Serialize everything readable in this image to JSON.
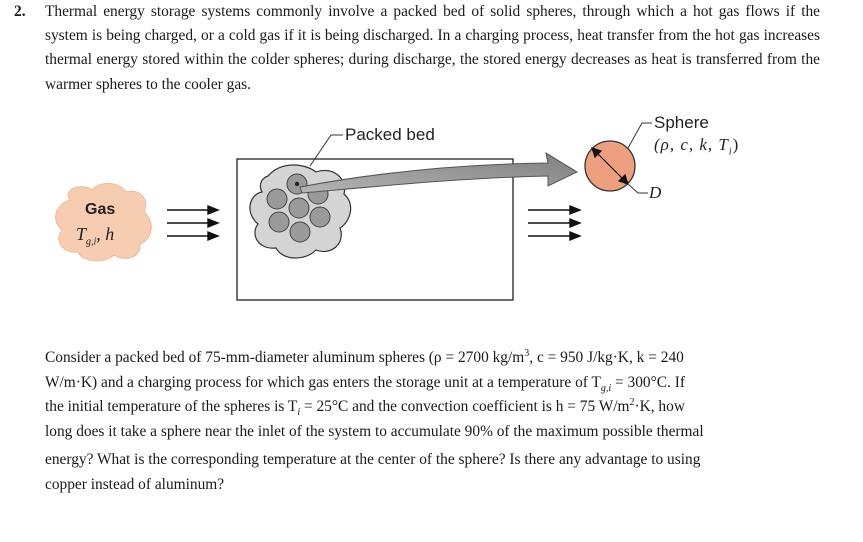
{
  "problem": {
    "number": "2.",
    "intro": "Thermal energy storage systems commonly involve a packed bed of solid spheres, through which a hot gas flows if the system is being charged, or a cold gas if it is being discharged. In a charging process, heat transfer from the hot gas increases thermal energy stored within the colder spheres; during discharge, the stored energy decreases as heat is transferred from the warmer spheres to the cooler gas.",
    "question_line_1_a": "Consider a packed bed of 75-mm-diameter aluminum spheres (",
    "question_line_1_b": "ρ = 2700 kg/m",
    "question_line_1_c": "3",
    "question_line_1_d": ", c = 950 J/kg·K, k = 240",
    "question_line_2_a": "W/m·K) and a charging process for which gas enters the storage unit at a temperature of T",
    "question_line_2_b": "g,i",
    "question_line_2_c": " = 300°C. If",
    "question_line_3_a": "the initial temperature of the spheres is T",
    "question_line_3_b": "i",
    "question_line_3_c": " = 25°C and the convection coefficient is h = 75 W/m",
    "question_line_3_d": "2",
    "question_line_3_e": "·K, how",
    "question_line_4": "long does it take a sphere near the inlet of the system to accumulate 90% of the maximum possible thermal",
    "question_line_5": "energy? What is the corresponding temperature at the center of the sphere? Is there any advantage to using",
    "question_line_6": "copper instead of aluminum?"
  },
  "figure": {
    "packed_bed_label": "Packed bed",
    "sphere_label": "Sphere",
    "sphere_props": "(ρ, c, k, T",
    "sphere_props_sub": "i",
    "sphere_props_end": ")",
    "diameter_label": "D",
    "gas_label": "Gas",
    "gas_temp": "T",
    "gas_temp_sub": "g,i",
    "gas_h": ", h",
    "colors": {
      "gas_cloud": "#f7cdb2",
      "sphere_fill": "#ee9f7f",
      "bed_fill": "#d4d4d4",
      "particle_fill": "#9a9a9a",
      "arrow_fill": "#8e8e8e"
    }
  }
}
